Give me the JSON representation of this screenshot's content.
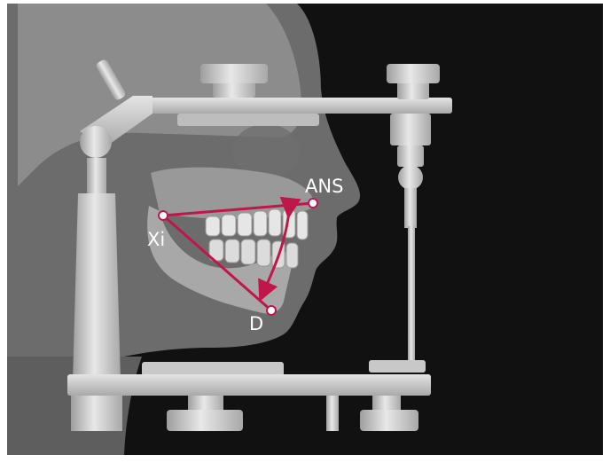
{
  "labels": {
    "ans": "ANS",
    "xi": "Xi",
    "d": "D"
  },
  "colors": {
    "background": "#111111",
    "frame": "#cfcfcf",
    "skin": "#8a8a8a",
    "bone": "#bdbdbd",
    "teeth": "#e6e6e6",
    "measure_line": "#c0174a",
    "label": "#ffffff"
  },
  "icons": {
    "landmark_marker": "open-circle"
  }
}
